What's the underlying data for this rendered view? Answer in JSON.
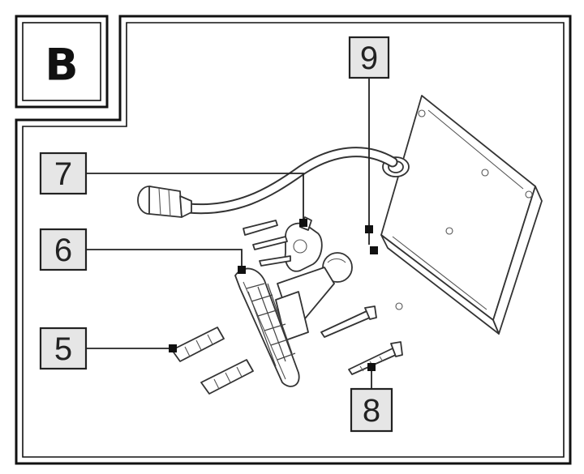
{
  "section_label": "B",
  "callouts": [
    {
      "number": "9"
    },
    {
      "number": "7"
    },
    {
      "number": "6"
    },
    {
      "number": "5"
    },
    {
      "number": "8"
    }
  ],
  "colors": {
    "line": "#222222",
    "label_fill": "#e6e6e6",
    "background": "#ffffff"
  }
}
